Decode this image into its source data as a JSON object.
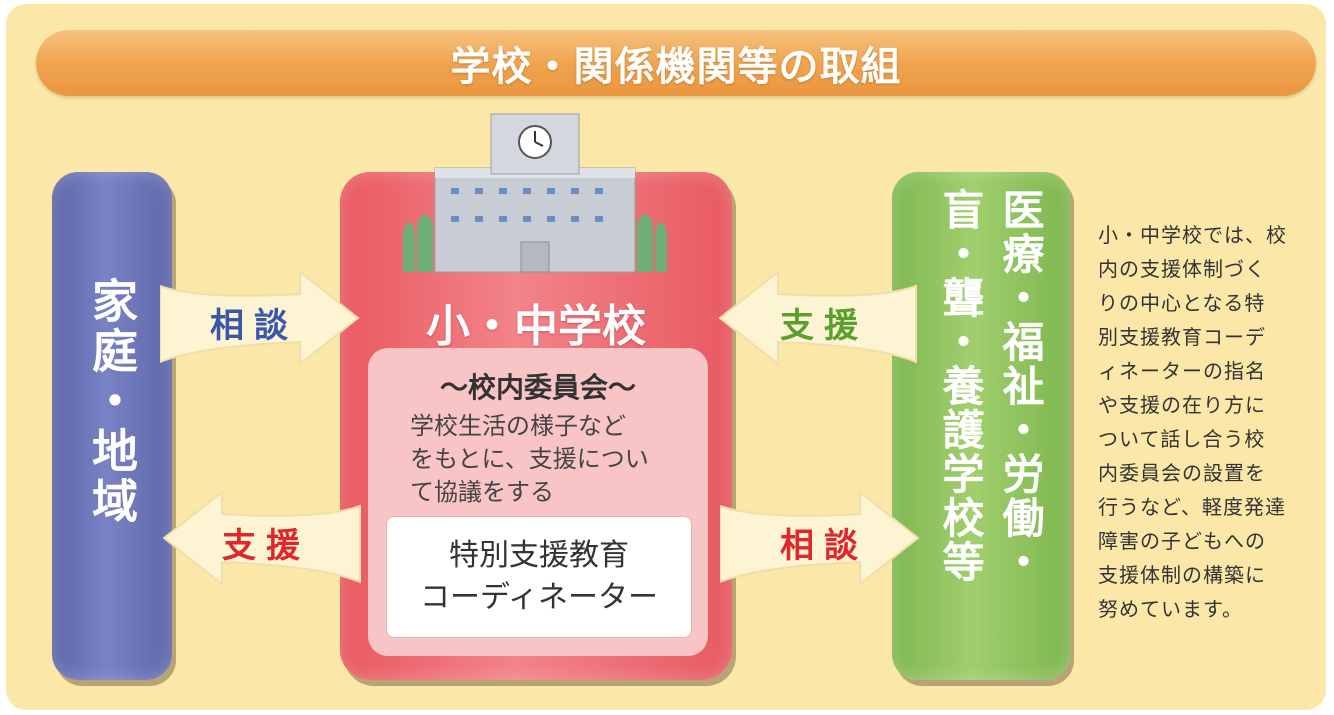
{
  "header": {
    "title": "学校・関係機関等の取組"
  },
  "family": {
    "label": "家庭・地域"
  },
  "school": {
    "title": "小・中学校",
    "committee_heading": "〜校内委員会〜",
    "committee_lines": [
      "学校生活の様子など",
      "をもとに、支援につい",
      "て協議をする"
    ],
    "coordinator_lines": [
      "特別支援教育",
      "コーディネーター"
    ]
  },
  "agencies": {
    "line1": "医療・福祉・労働・",
    "line2": "盲・聾・養護学校等"
  },
  "arrows": {
    "family_to_school": "相談",
    "school_to_family": "支援",
    "agency_to_school": "支援",
    "school_to_agency": "相談"
  },
  "note": {
    "lines": [
      "小・中学校では、校",
      "内の支援体制づく",
      "りの中心となる特",
      "別支援教育コーデ",
      "ィネーターの指名",
      "や支援の在り方に",
      "ついて話し合う校",
      "内委員会の設置を",
      "行うなど、軽度発達",
      "障害の子どもへの",
      "支援体制の構築に",
      "努めています。"
    ]
  },
  "colors": {
    "background": "#fbe7a8",
    "title_bar": "#efa24e",
    "family": "#6a73b6",
    "school": "#ec6a70",
    "agency": "#8fc35e",
    "label_blue": "#3b57a8",
    "label_red": "#e2262d",
    "label_green": "#5aa02c"
  }
}
